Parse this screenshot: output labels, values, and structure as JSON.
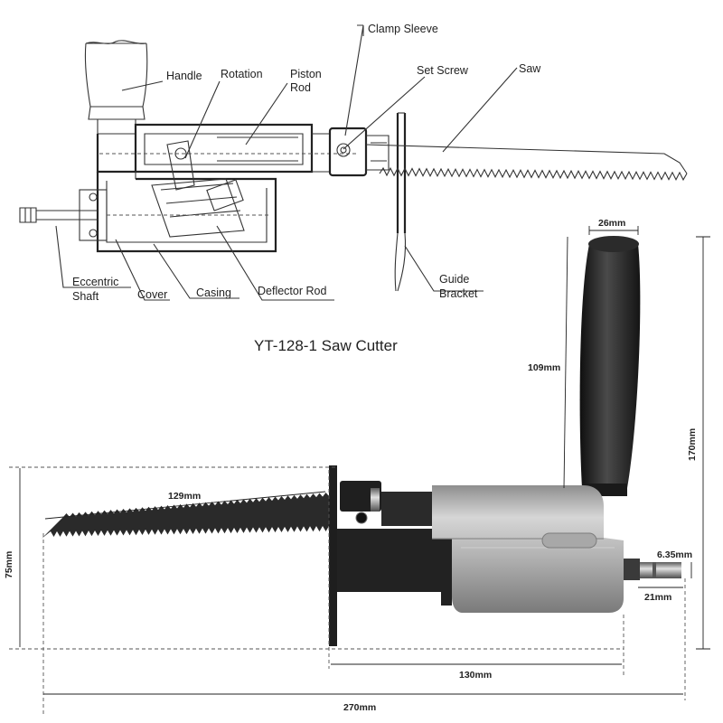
{
  "title": "YT-128-1 Saw Cutter",
  "labels": {
    "handle": "Handle",
    "rotation": "Rotation",
    "piston_rod": [
      "Piston",
      "Rod"
    ],
    "clamp_sleeve": "Clamp Sleeve",
    "set_screw": "Set Screw",
    "saw": "Saw",
    "eccentric_shaft": [
      "Eccentric",
      "Shaft"
    ],
    "cover": "Cover",
    "casing": "Casing",
    "deflector_rod": "Deflector Rod",
    "guide_bracket": [
      "Guide",
      "Bracket"
    ]
  },
  "dimensions": {
    "handle_width": "26mm",
    "handle_length": "109mm",
    "total_height": "170mm",
    "blade_length": "129mm",
    "body_height": "75mm",
    "shank_diameter": "6.35mm",
    "shank_length": "21mm",
    "body_length": "130mm",
    "total_length": "270mm"
  },
  "colors": {
    "body_silver": "#b9b9b9",
    "handle_black": "#1f1f1f",
    "blade_black": "#2a2a2a",
    "line": "#333333"
  }
}
